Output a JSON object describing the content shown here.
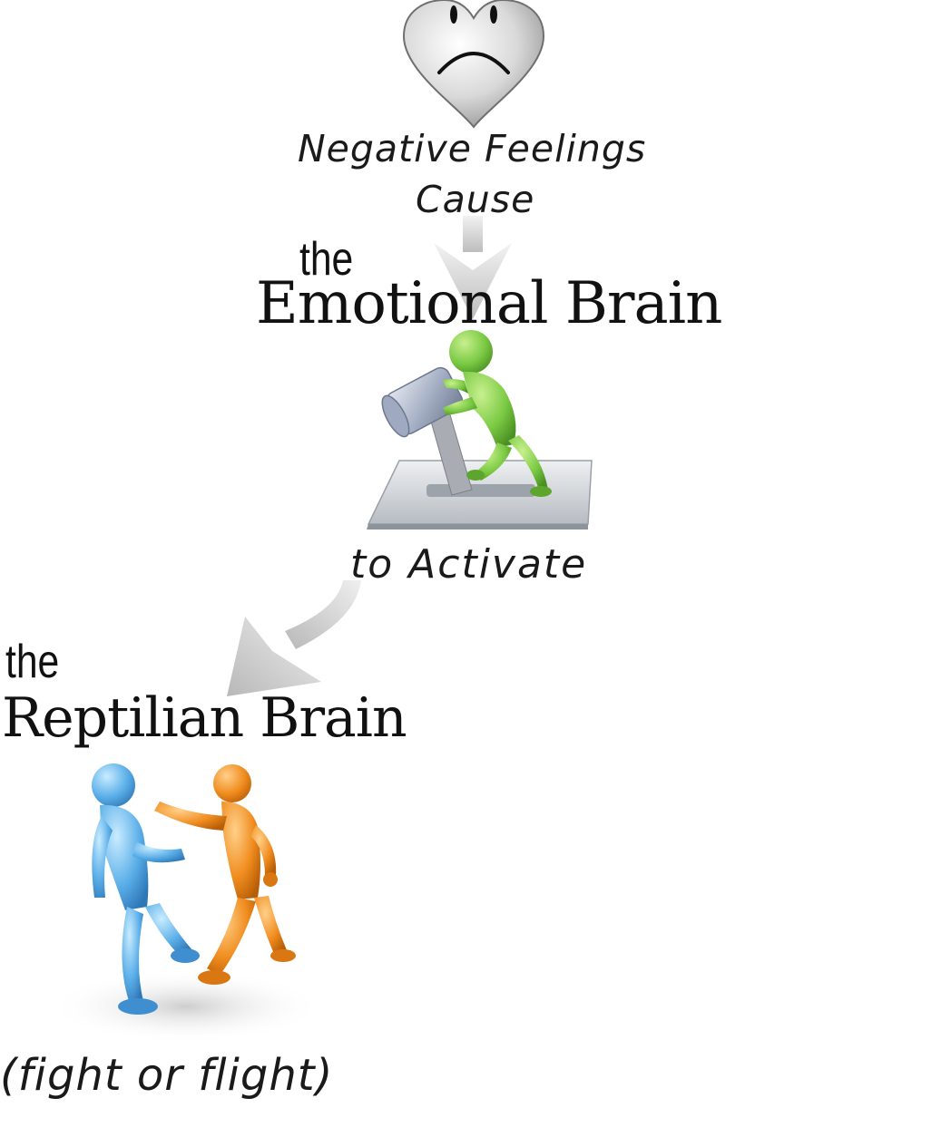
{
  "labels": {
    "negative_feelings": "Negative Feelings",
    "cause": "Cause",
    "the_emotional": "the",
    "emotional_brain": "Emotional Brain",
    "to_activate": "to Activate",
    "the_reptilian": "the",
    "reptilian_brain": "Reptilian Brain",
    "fight_or_flight": "(fight or flight)"
  },
  "icons": {
    "sad_heart": "sad-heart-icon",
    "lever_figure": "green-figure-pushing-lever-icon",
    "fighting_figures": "blue-and-orange-figures-arguing-icon"
  },
  "colors": {
    "arrow": "#c9c9c9",
    "heart": "#d4d4d4",
    "green_figure": "#7ac943",
    "blue_figure": "#5aaee8",
    "orange_figure": "#f08c1e",
    "lever_plate": "#cfd3d8",
    "text": "#111111"
  }
}
